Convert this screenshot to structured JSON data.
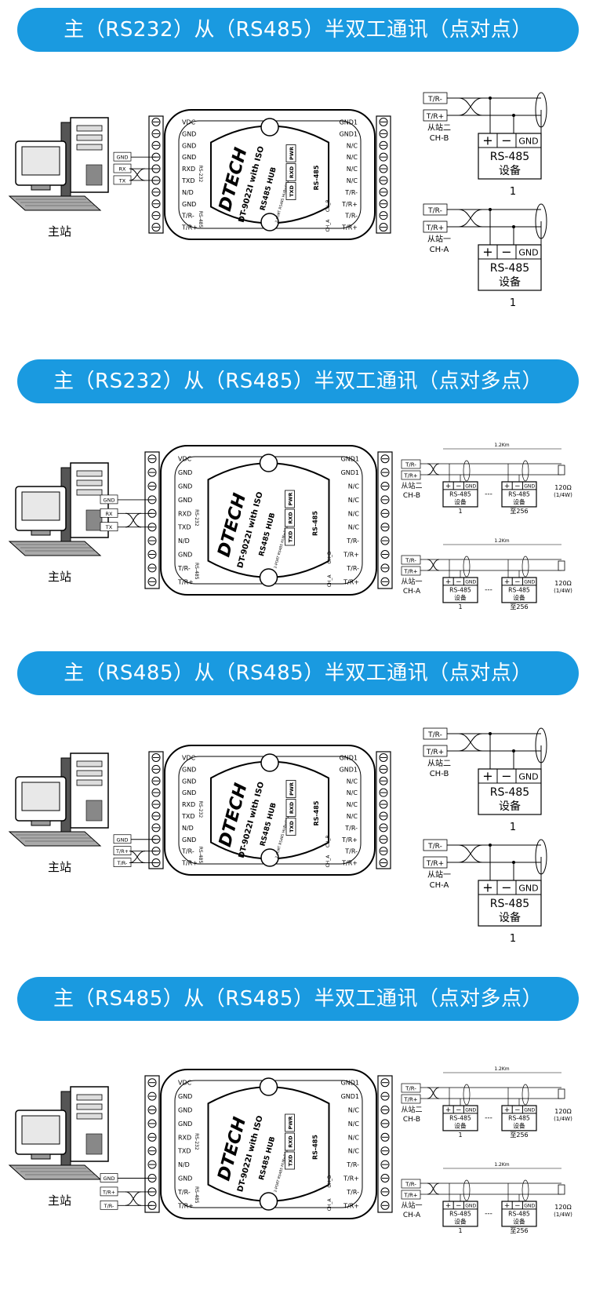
{
  "sections": [
    {
      "title": "主（RS232）从（RS485）半双工通讯（点对点）",
      "mode": "p2p",
      "master": "rs232"
    },
    {
      "title": "主（RS232）从（RS485）半双工通讯（点对多点）",
      "mode": "multi",
      "master": "rs232"
    },
    {
      "title": "主（RS485）从（RS485）半双工通讯（点对点）",
      "mode": "p2p",
      "master": "rs485"
    },
    {
      "title": "主（RS485）从（RS485）半双工通讯（点对多点）",
      "mode": "multi",
      "master": "rs485"
    }
  ],
  "labels": {
    "master_station": "主站",
    "brand": "DTECH",
    "model": "DT-9022I with ISO",
    "hub": "RS485 HUB",
    "hub_sub": "2-PORT RS485 HUB⇔RS232/RS485",
    "rs485": "RS-485",
    "led_txd": "TXD",
    "led_rxd": "RXD",
    "led_pwr": "PWR",
    "rs232_tag": "RS-232",
    "rs485_tag": "RS-485",
    "ch_b": "CH_B",
    "ch_a": "CH_A",
    "slave2": "从站二",
    "slave1": "从站一",
    "chb_label": "CH-B",
    "cha_label": "CH-A",
    "device_line1": "RS-485",
    "device_line2": "设备",
    "dev_number": "1",
    "to_256": "至256",
    "distance": "1.2Km",
    "resistor": "120Ω",
    "resistor_w": "(1/4W)",
    "plus": "+",
    "minus": "−",
    "gnd": "GND",
    "tr_minus": "T/R-",
    "tr_plus": "T/R+",
    "dots": "---"
  },
  "left_pins": [
    "VDC",
    "GND",
    "GND",
    "GND",
    "RXD",
    "TXD",
    "N/D",
    "GND",
    "T/R-",
    "T/R+"
  ],
  "right_pins": [
    "GND1",
    "GND1",
    "N/C",
    "N/C",
    "N/C",
    "N/C",
    "T/R-",
    "T/R+",
    "T/R-",
    "T/R+"
  ],
  "rs232_wires": [
    "GND",
    "RX",
    "TX"
  ],
  "rs485_wires": [
    "GND",
    "T/R+",
    "T/R-"
  ]
}
